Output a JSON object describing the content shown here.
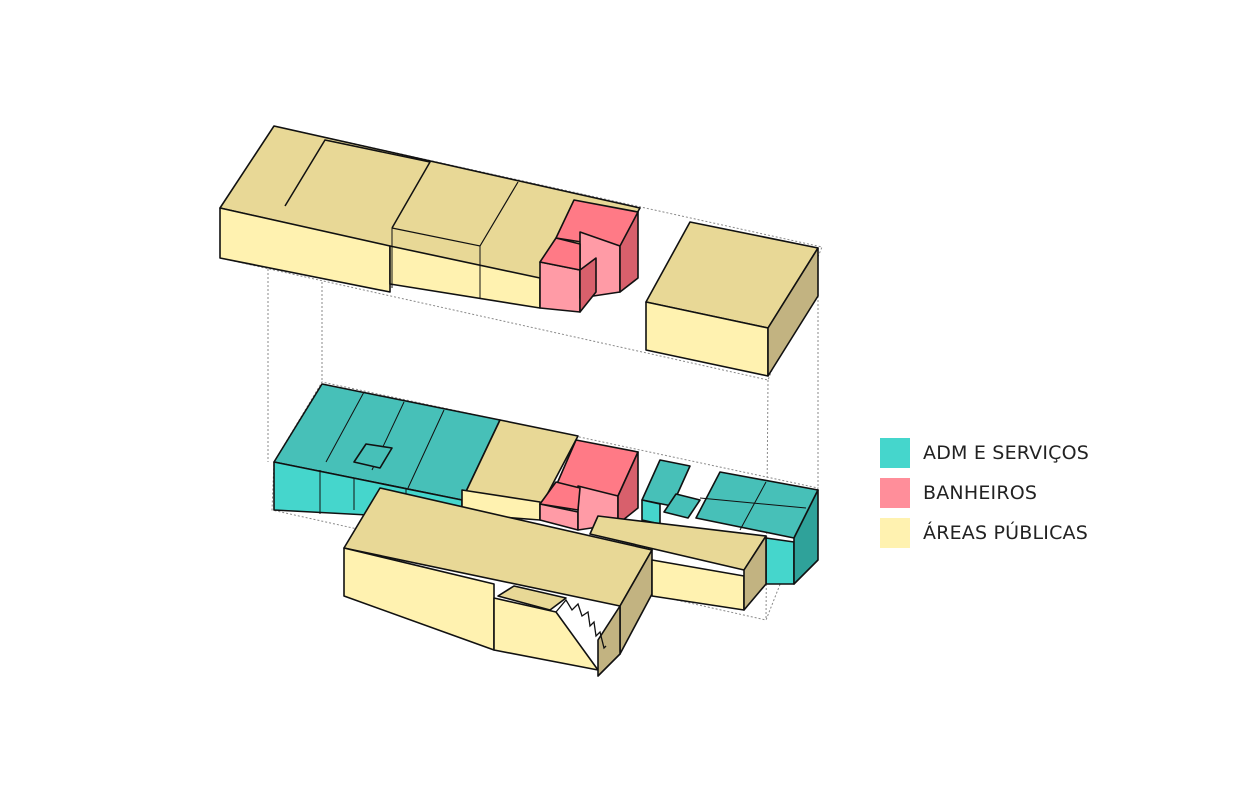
{
  "legend": [
    {
      "label": "ADM E SERVIÇOS",
      "color": "#45D6CC",
      "swatch_name": "adm-servicos"
    },
    {
      "label": "BANHEIROS",
      "color": "#FF8E9A",
      "swatch_name": "banheiros"
    },
    {
      "label": "ÁREAS PÚBLICAS",
      "color": "#FFF2B0",
      "swatch_name": "areas-publicas"
    }
  ],
  "palette": {
    "public_top": "#E8D896",
    "public_front": "#FFF2B0",
    "public_side": "#C2B381",
    "adm_top": "#47C0B8",
    "adm_front": "#45D6CC",
    "adm_side": "#2FA29A",
    "bath_top": "#FF7A86",
    "bath_front": "#FF9BA6",
    "bath_side": "#D8606C",
    "outline": "#111111",
    "ghost_line": "#8a8a8a"
  }
}
